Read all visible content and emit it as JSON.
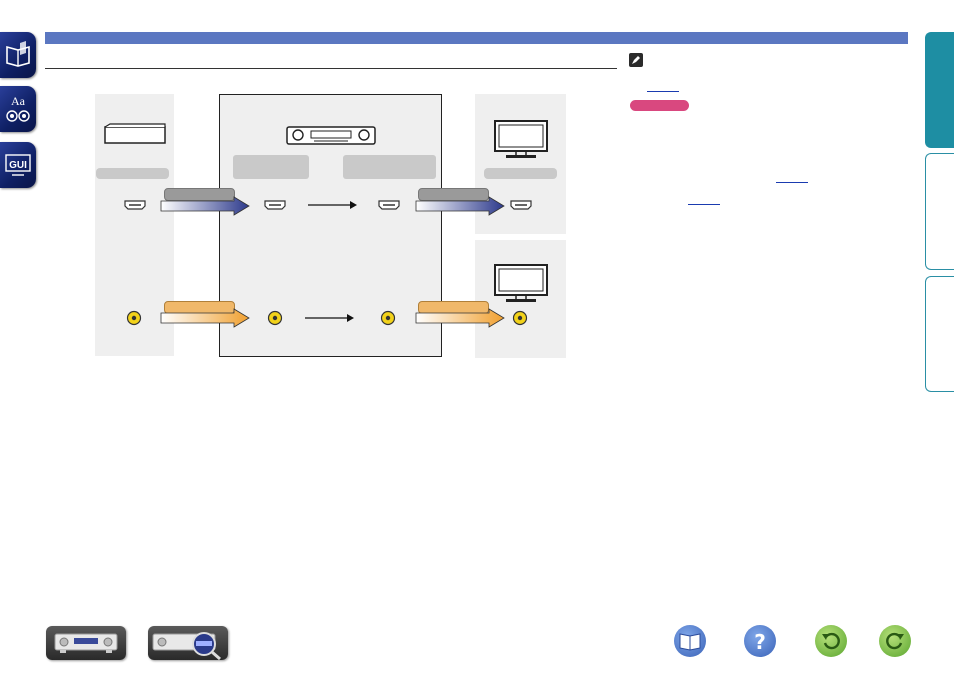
{
  "nav": {
    "items": [
      {
        "name": "contents",
        "icon": "book-icon"
      },
      {
        "name": "index",
        "icon": "aa-speaker-icon",
        "text": "Aa"
      },
      {
        "name": "gui",
        "icon": "gui-icon",
        "text": "GUI"
      }
    ]
  },
  "diagram": {
    "source_device_icon": "player-icon",
    "receiver_icon": "av-receiver-icon",
    "tv_icon": "tv-icon",
    "hdmi_connector_icon": "hdmi-connector-icon",
    "video_connector_icon": "rca-video-connector-icon",
    "hdmi_arrow_color": "#2d3a8c",
    "video_arrow_color": "#f0a030"
  },
  "side_tabs": [
    {
      "name": "tab-1",
      "active": true
    },
    {
      "name": "tab-2",
      "active": false
    },
    {
      "name": "tab-3",
      "active": false
    }
  ],
  "colors": {
    "top_bar": "#5b77c1",
    "accent_pink": "#d9487f",
    "tab_teal": "#1e8ea3"
  },
  "bottom": {
    "buttons": [
      {
        "name": "front-panel-button",
        "icon": "receiver-front-icon"
      },
      {
        "name": "display-button",
        "icon": "receiver-zoom-icon"
      },
      {
        "name": "contents-button",
        "icon": "book-icon",
        "color": "#4a78c8"
      },
      {
        "name": "help-button",
        "icon": "question-icon",
        "color": "#4a78c8",
        "text": "?"
      },
      {
        "name": "back-button",
        "icon": "back-arrow-icon",
        "color": "#6cb43a"
      },
      {
        "name": "forward-button",
        "icon": "forward-arrow-icon",
        "color": "#6cb43a"
      }
    ]
  }
}
